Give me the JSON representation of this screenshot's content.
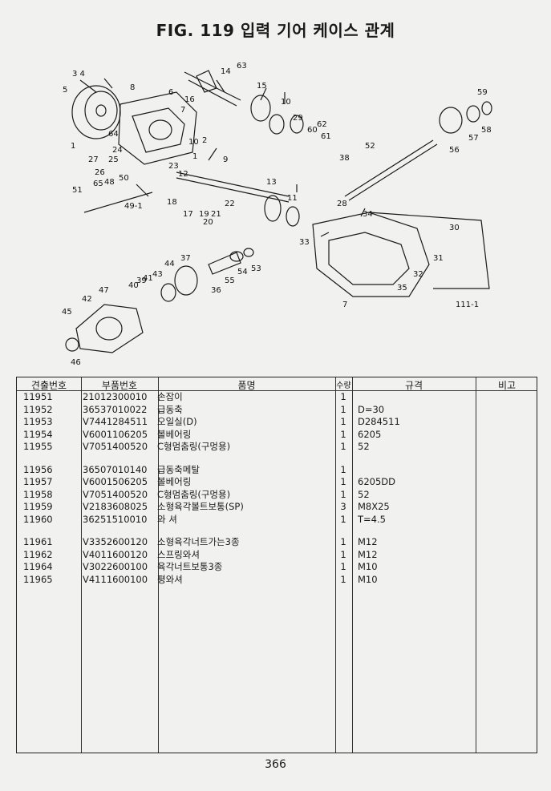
{
  "title": "FIG. 119 입력 기어 케이스 관계",
  "diagram": {
    "labels": [
      "1",
      "2",
      "3",
      "4",
      "5",
      "6",
      "7",
      "8",
      "9",
      "10",
      "11",
      "12",
      "13",
      "14",
      "15",
      "16",
      "17",
      "18",
      "19",
      "20",
      "21",
      "22",
      "23",
      "24",
      "25",
      "26",
      "27",
      "28",
      "29",
      "30",
      "31",
      "32",
      "33",
      "34",
      "35",
      "36",
      "37",
      "38",
      "39",
      "40",
      "41",
      "42",
      "43",
      "44",
      "45",
      "46",
      "47",
      "48",
      "49-1",
      "50",
      "51",
      "52",
      "53",
      "54",
      "55",
      "56",
      "57",
      "58",
      "59",
      "60",
      "61",
      "62",
      "63",
      "64",
      "65",
      "111-1"
    ]
  },
  "table": {
    "headers": [
      "견출번호",
      "부품번호",
      "품명",
      "수량",
      "규격",
      "비고"
    ],
    "groups": [
      [
        {
          "no": "11951",
          "part": "21012300010",
          "name": "손잡이",
          "qty": "1",
          "spec": ""
        },
        {
          "no": "11952",
          "part": "36537010022",
          "name": "급동축",
          "qty": "1",
          "spec": "D=30"
        },
        {
          "no": "11953",
          "part": "V7441284511",
          "name": "오일실(D)",
          "qty": "1",
          "spec": "D284511"
        },
        {
          "no": "11954",
          "part": "V6001106205",
          "name": "볼베어링",
          "qty": "1",
          "spec": "6205"
        },
        {
          "no": "11955",
          "part": "V7051400520",
          "name": "C형멈춤링(구멍용)",
          "qty": "1",
          "spec": "52"
        }
      ],
      [
        {
          "no": "11956",
          "part": "36507010140",
          "name": "급동축메탈",
          "qty": "1",
          "spec": ""
        },
        {
          "no": "11957",
          "part": "V6001506205",
          "name": "볼베어링",
          "qty": "1",
          "spec": "6205DD"
        },
        {
          "no": "11958",
          "part": "V7051400520",
          "name": "C형멈춤링(구멍용)",
          "qty": "1",
          "spec": "52"
        },
        {
          "no": "11959",
          "part": "V2183608025",
          "name": "소형육각볼트보통(SP)",
          "qty": "3",
          "spec": "M8X25"
        },
        {
          "no": "11960",
          "part": "36251510010",
          "name": "와 셔",
          "qty": "1",
          "spec": "T=4.5"
        }
      ],
      [
        {
          "no": "11961",
          "part": "V3352600120",
          "name": "소형육각너트가는3종",
          "qty": "1",
          "spec": "M12"
        },
        {
          "no": "11962",
          "part": "V4011600120",
          "name": "스프링와셔",
          "qty": "1",
          "spec": "M12"
        },
        {
          "no": "11964",
          "part": "V3022600100",
          "name": "육각너트보통3종",
          "qty": "1",
          "spec": "M10"
        },
        {
          "no": "11965",
          "part": "V4111600100",
          "name": "평와셔",
          "qty": "1",
          "spec": "M10"
        }
      ]
    ]
  },
  "page_number": "366"
}
